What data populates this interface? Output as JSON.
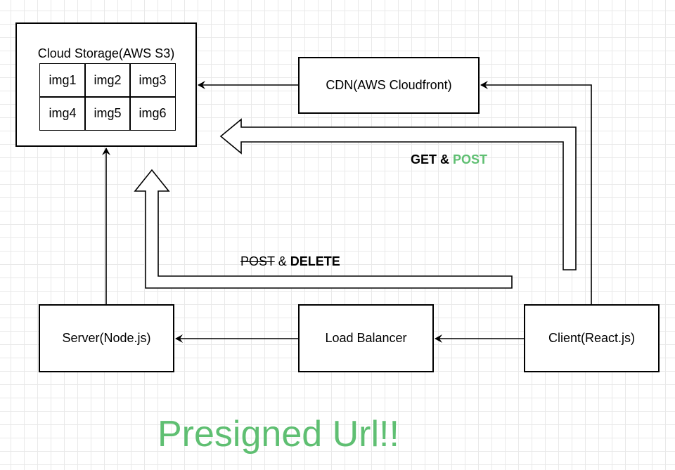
{
  "storage": {
    "title": "Cloud Storage(AWS S3)",
    "images": [
      "img1",
      "img2",
      "img3",
      "img4",
      "img5",
      "img6"
    ]
  },
  "cdn": {
    "label": "CDN(AWS Cloudfront)"
  },
  "server": {
    "label": "Server(Node.js)"
  },
  "load_balancer": {
    "label": "Load Balancer"
  },
  "client": {
    "label": "Client(React.js)"
  },
  "get_post": {
    "part1": "GET & ",
    "part2": "POST"
  },
  "post_delete": {
    "part1": "POST",
    "part2": " & ",
    "part3": "DELETE"
  },
  "footer": {
    "text": "Presigned Url!!"
  },
  "colors": {
    "accent_green": "#5fbf72",
    "stroke": "#000000",
    "grid": "#e9e9e9"
  }
}
